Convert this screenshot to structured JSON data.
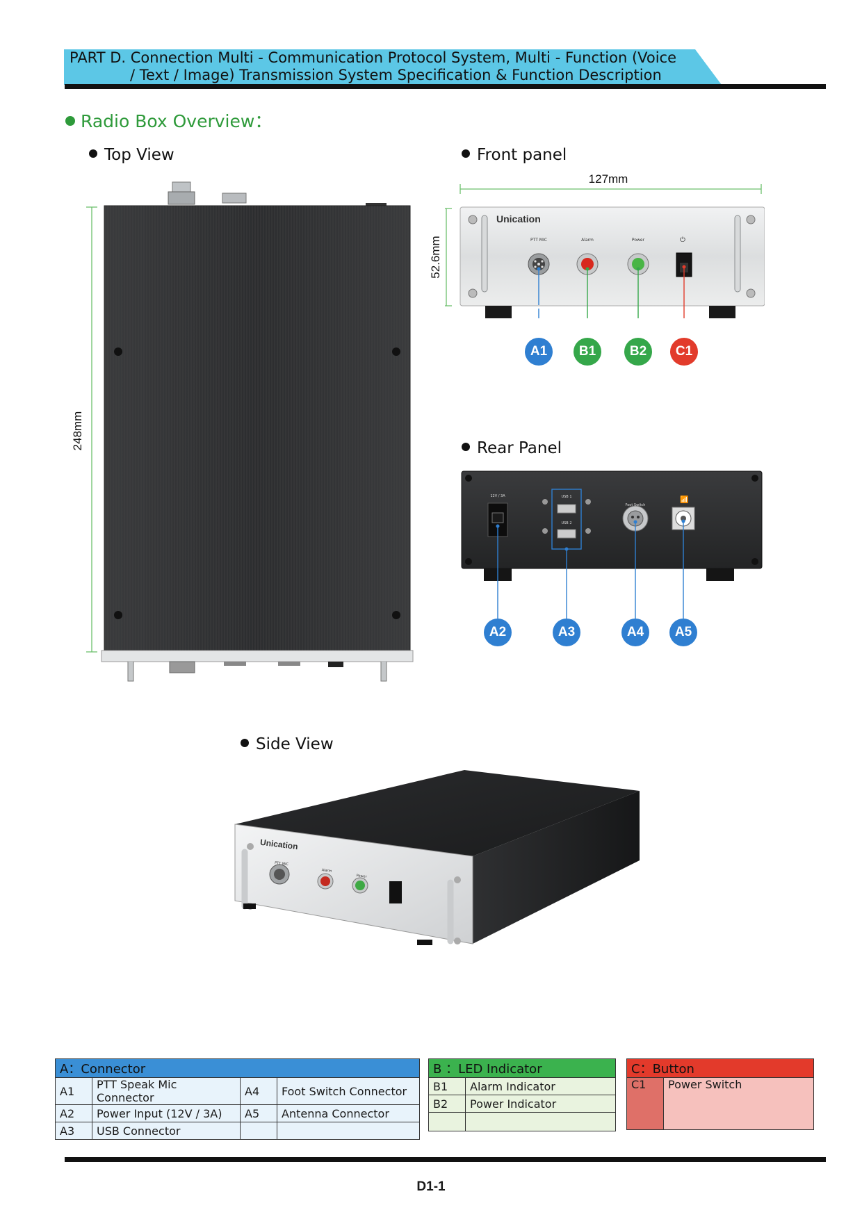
{
  "header": {
    "line1": "PART D. Connection Multi - Communication Protocol System, Multi - Function (Voice",
    "line2": "/ Text / Image) Transmission System Specification & Function Description"
  },
  "overview_title": "Radio Box Overview：",
  "top_view": {
    "title": "Top View",
    "height_dim": "248mm"
  },
  "front_panel": {
    "title": "Front panel",
    "width_dim": "127mm",
    "height_dim": "52.6mm",
    "brand": "Unication",
    "labels": [
      "PTT MIC",
      "Alarm",
      "Power"
    ],
    "callouts": [
      {
        "code": "A1",
        "color": "#2f7fd1"
      },
      {
        "code": "B1",
        "color": "#35a74a"
      },
      {
        "code": "B2",
        "color": "#35a74a"
      },
      {
        "code": "C1",
        "color": "#e23b2b"
      }
    ]
  },
  "rear_panel": {
    "title": "Rear Panel",
    "labels": [
      "12V / 3A",
      "USB 1",
      "USB 2",
      "Foot Switch"
    ],
    "callouts": [
      {
        "code": "A2",
        "color": "#2f7fd1"
      },
      {
        "code": "A3",
        "color": "#2f7fd1"
      },
      {
        "code": "A4",
        "color": "#2f7fd1"
      },
      {
        "code": "A5",
        "color": "#2f7fd1"
      }
    ]
  },
  "side_view": {
    "title": "Side View",
    "brand": "Unication",
    "labels": [
      "PTT MIC",
      "Alarm",
      "Power"
    ]
  },
  "legend": {
    "connector": {
      "title": "A：Connector",
      "rows": [
        {
          "c1": "A1",
          "n1": "PTT Speak Mic Connector",
          "c2": "A4",
          "n2": "Foot Switch Connector"
        },
        {
          "c1": "A2",
          "n1": "Power Input (12V / 3A)",
          "c2": "A5",
          "n2": "Antenna Connector"
        },
        {
          "c1": "A3",
          "n1": "USB Connector",
          "c2": "",
          "n2": ""
        }
      ]
    },
    "led": {
      "title": "B ：LED Indicator",
      "rows": [
        {
          "c": "B1",
          "n": "Alarm Indicator"
        },
        {
          "c": "B2",
          "n": "Power Indicator"
        }
      ]
    },
    "button": {
      "title": "C：Button",
      "rows": [
        {
          "c": "C1",
          "n": "Power Switch"
        }
      ]
    }
  },
  "page_number": "D1-1"
}
